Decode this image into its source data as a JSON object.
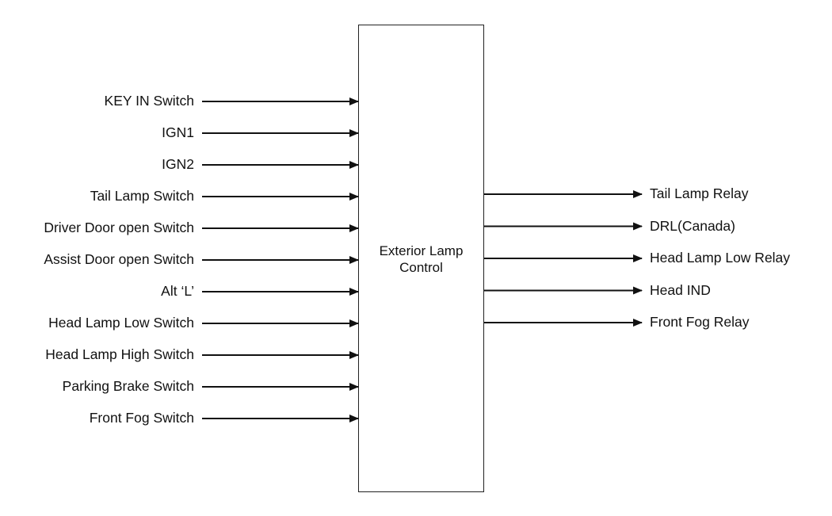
{
  "diagram": {
    "block_label": "Exterior Lamp\nControl",
    "inputs": [
      "KEY IN Switch",
      "IGN1",
      "IGN2",
      "Tail Lamp Switch",
      "Driver Door open Switch",
      "Assist Door open Switch",
      "Alt ‘L’",
      "Head Lamp Low Switch",
      "Head Lamp High Switch",
      "Parking Brake Switch",
      "Front Fog Switch"
    ],
    "outputs": [
      "Tail Lamp Relay",
      "DRL(Canada)",
      "Head Lamp Low Relay",
      "Head IND",
      "Front Fog Relay"
    ]
  }
}
